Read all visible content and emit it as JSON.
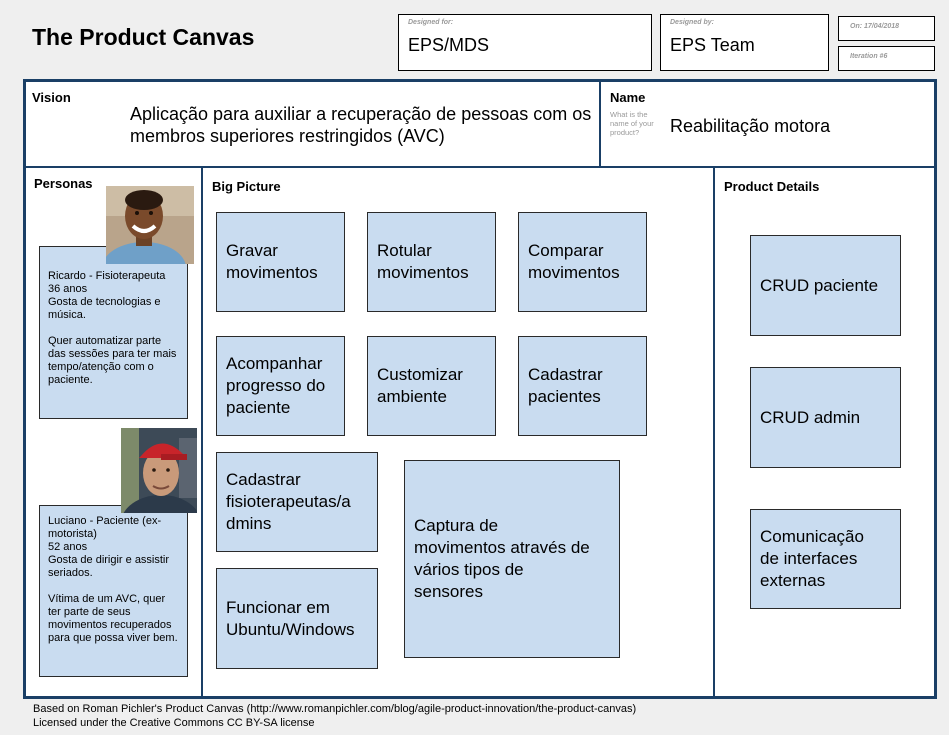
{
  "header": {
    "title": "The Product Canvas",
    "designed_for_label": "Designed for:",
    "designed_for_value": "EPS/MDS",
    "designed_by_label": "Designed by:",
    "designed_by_value": "EPS Team",
    "date_label": "On: 17/04/2018",
    "iteration_label": "Iteration #6"
  },
  "vision": {
    "title": "Vision",
    "text": "Aplicação para auxiliar a recuperação de pessoas com os membros superiores restringidos (AVC)"
  },
  "name": {
    "title": "Name",
    "hint": "What is the name of your product?",
    "value": "Reabilitação motora"
  },
  "personas": {
    "title": "Personas",
    "items": [
      {
        "text": "Ricardo - Fisioterapeuta\n36 anos\nGosta de tecnologias e música.\n\nQuer automatizar parte das sessões para ter mais tempo/atenção com o paciente."
      },
      {
        "text": "Luciano - Paciente (ex-motorista)\n52 anos\nGosta de dirigir e assistir seriados.\n\nVítima de um AVC, quer ter parte de seus movimentos recuperados para que possa viver bem."
      }
    ]
  },
  "big_picture": {
    "title": "Big Picture",
    "cards": [
      "Gravar\nmovimentos",
      "Rotular\nmovimentos",
      "Comparar\nmovimentos",
      "Acompanhar\nprogresso do\npaciente",
      "Customizar\nambiente",
      "Cadastrar\npacientes",
      "Cadastrar\nfisioterapeutas/a\ndmins",
      "Captura de\nmovimentos através de\nvários tipos de\nsensores",
      "Funcionar em\nUbuntu/Windows"
    ]
  },
  "product_details": {
    "title": "Product Details",
    "cards": [
      "CRUD paciente",
      "CRUD admin",
      "Comunicação\nde interfaces\nexternas"
    ]
  },
  "footer": {
    "line1": "Based on Roman Pichler's Product Canvas (http://www.romanpichler.com/blog/agile-product-innovation/the-product-canvas)",
    "line2": "Licensed under the Creative Commons CC BY-SA license"
  }
}
